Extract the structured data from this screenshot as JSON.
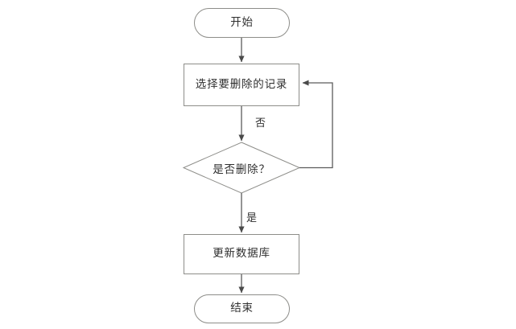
{
  "diagram": {
    "type": "flowchart",
    "title": "",
    "background_color": "#ffffff",
    "stroke_color": "#8d8d89",
    "connector_color": "#5a5a5a",
    "text_color": "#2f2f2f",
    "nodes": [
      {
        "id": "start",
        "shape": "terminator",
        "label": "开始"
      },
      {
        "id": "select_records",
        "shape": "process",
        "label": "选择要删除的记录"
      },
      {
        "id": "decision",
        "shape": "decision",
        "label": "是否删除？"
      },
      {
        "id": "update_db",
        "shape": "process",
        "label": "更新数据库"
      },
      {
        "id": "end",
        "shape": "terminator",
        "label": "结束"
      }
    ],
    "edges": [
      {
        "id": "start_to_select",
        "from": "start",
        "to": "select_records",
        "label": ""
      },
      {
        "id": "select_to_decision",
        "from": "select_records",
        "to": "decision",
        "label": "否"
      },
      {
        "id": "decision_to_update",
        "from": "decision",
        "to": "update_db",
        "label": "是"
      },
      {
        "id": "update_to_end",
        "from": "update_db",
        "to": "end",
        "label": ""
      },
      {
        "id": "decision_loop_back",
        "from": "decision",
        "to": "select_records",
        "label": ""
      }
    ]
  }
}
